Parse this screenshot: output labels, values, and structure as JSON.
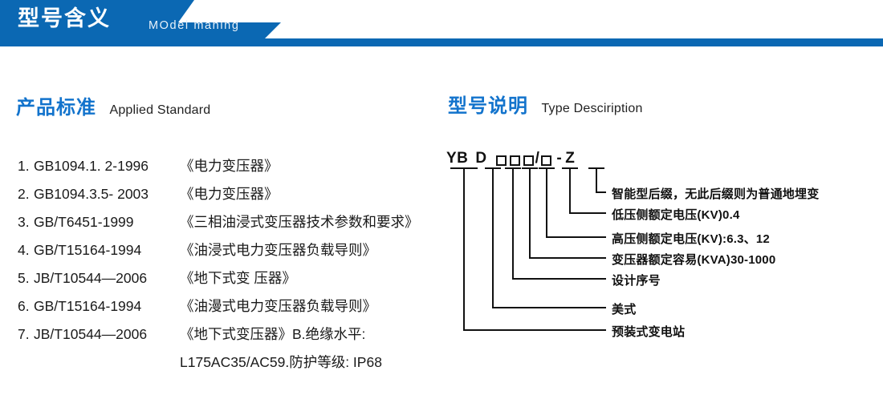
{
  "banner": {
    "title_cn": "型号含义",
    "title_en": "MOdel maning",
    "color": "#0b68b3"
  },
  "sections": {
    "left": {
      "heading_cn": "产品标准",
      "heading_en": "Applied Standard"
    },
    "right": {
      "heading_cn": "型号说明",
      "heading_en": "Type Desciription"
    }
  },
  "standards": [
    {
      "num": "1.",
      "code": "GB1094.1. 2-1996",
      "name": "《电力变压器》"
    },
    {
      "num": "2.",
      "code": "GB1094.3.5- 2003",
      "name": "《电力变压器》"
    },
    {
      "num": "3.",
      "code": "GB/T6451-1999",
      "name": "《三相油浸式变压器技术参数和要求》"
    },
    {
      "num": "4.",
      "code": "GB/T15164-1994",
      "name": "《油浸式电力变压器负载导则》"
    },
    {
      "num": "5.",
      "code": "JB/T10544—2006",
      "name": "《地下式变 压器》"
    },
    {
      "num": "6.",
      "code": "GB/T15164-1994",
      "name": "《油漫式电力变压器负载导则》"
    },
    {
      "num": "7.",
      "code": "JB/T10544—2006",
      "name": "《地下式变压器》B.绝缘水平:"
    }
  ],
  "standards_continuation": "L175AC35/AC59.防护等级: IP68",
  "type_code": {
    "tokens": [
      "YB",
      "D",
      "□",
      "□",
      "□",
      "/",
      "□",
      "-",
      "Z"
    ],
    "display": "YB D □□□/□ - Z"
  },
  "callouts": [
    {
      "id": "suffix",
      "text": "智能型后缀，无此后缀则为普通地埋变"
    },
    {
      "id": "lv-voltage",
      "text": "低压侧额定电压(KV)0.4"
    },
    {
      "id": "hv-voltage",
      "text": "高压侧额定电压(KV):6.3、12"
    },
    {
      "id": "capacity",
      "text": "变压器额定容易(KVA)30-1000"
    },
    {
      "id": "design-serial",
      "text": "设计序号"
    },
    {
      "id": "american-type",
      "text": "美式"
    },
    {
      "id": "substation",
      "text": "预装式变电站"
    }
  ],
  "colors": {
    "banner_blue": "#0b68b3",
    "heading_blue": "#1273cc",
    "text_black": "#1a1a1a"
  }
}
